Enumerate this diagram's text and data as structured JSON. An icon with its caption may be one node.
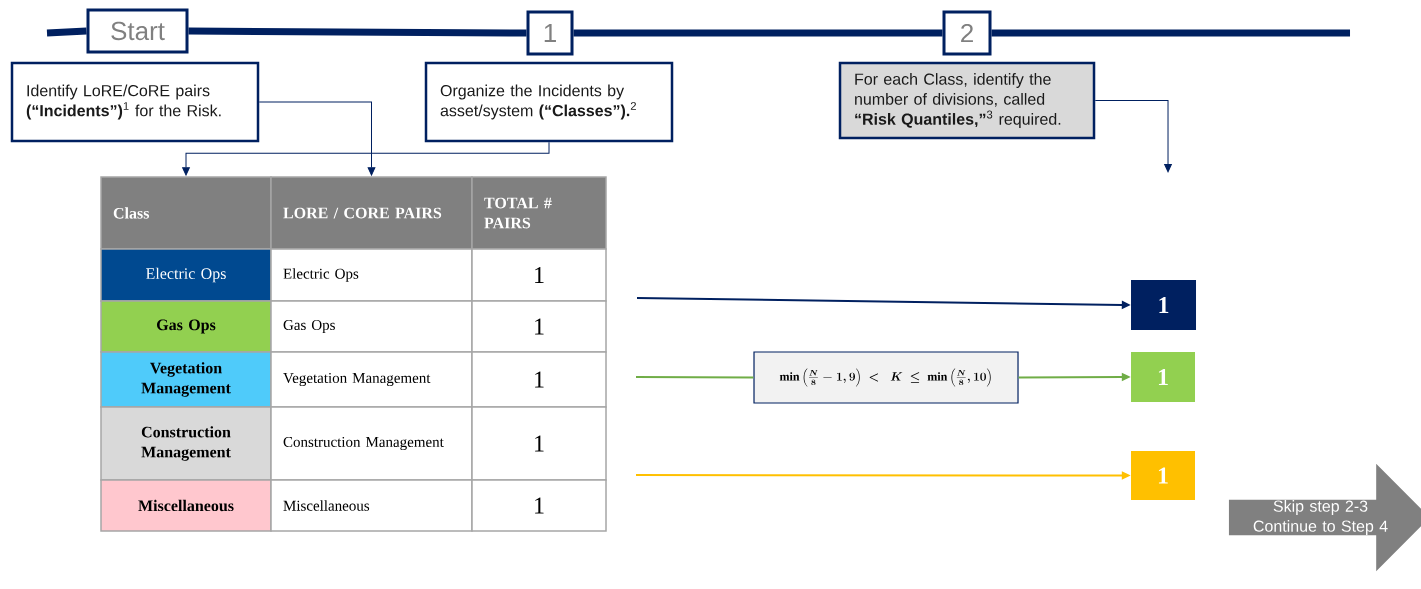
{
  "diagram": {
    "nodes": [
      {
        "text": [
          "Start"
        ]
      },
      {
        "text": [
          "1"
        ]
      },
      {
        "text": [
          "2"
        ]
      },
      {
        "text": [
          "Identify LoRE/CoRE pairs **(“Incidents”)**$^{1}$ for the Risk."
        ]
      },
      {
        "text": [
          "Organize the Incidents by asset/system **(“Classes”).**$^{2}$"
        ]
      },
      {
        "text": [
          "For each Class, identify the number of divisions, called **“Risk Quantiles,”**$^{3}$ required."
        ]
      },
      {
        "text": [
          "Class"
        ]
      },
      {
        "text": [
          "LORE / CORE PAIRS"
        ]
      },
      {
        "text": [
          "TOTAL # PAIRS"
        ]
      },
      {
        "text": [
          "Electric Ops"
        ]
      },
      {
        "text": [
          "Electric Ops"
        ]
      },
      {
        "text": [
          "1"
        ]
      },
      {
        "text": [
          "Gas Ops"
        ]
      },
      {
        "text": [
          "Gas Ops"
        ]
      },
      {
        "text": [
          "1"
        ]
      },
      {
        "text": [
          "Vegetation Management"
        ]
      },
      {
        "text": [
          "Vegetation Management"
        ]
      },
      {
        "text": [
          "1"
        ]
      },
      {
        "text": [
          "Construction Management"
        ]
      },
      {
        "text": [
          "Construction Management"
        ]
      },
      {
        "text": [
          "1"
        ]
      },
      {
        "text": [
          "Miscellaneous"
        ]
      },
      {
        "text": [
          "Miscellaneous"
        ]
      },
      {
        "text": [
          "1"
        ]
      },
      {
        "text": [
          "\\min\\left(\\frac{N}{8}-1,9\\right)<\\ K\\leq\\min\\left(\\frac{N}{8},10\\right)"
        ]
      },
      {
        "text": [
          "1"
        ]
      },
      {
        "text": [
          "1"
        ]
      },
      {
        "text": [
          "1"
        ]
      },
      {
        "text": [
          "Skip step 2-3 Continue to Step 4"
        ]
      }
    ],
    "edges": [
      {
        "from": null,
        "to": 0,
        "arrow": "none",
        "style": "thick"
      },
      {
        "from": 0,
        "to": 1,
        "arrow": "none",
        "style": "thick"
      },
      {
        "from": 1,
        "to": 2,
        "arrow": "none",
        "style": "thick"
      },
      {
        "from": 2,
        "to": null,
        "arrow": "none",
        "style": "thick"
      },
      {
        "from": 3,
        "to": 7,
        "arrow": "to"
      },
      {
        "from": 4,
        "to": 6,
        "arrow": "to"
      },
      {
        "from": 5,
        "to": null,
        "arrow": "to"
      },
      {
        "from": null,
        "to": 25,
        "arrow": "to"
      },
      {
        "from": null,
        "to": 24,
        "arrow": "none",
        "color": "#70ad47"
      },
      {
        "from": 24,
        "to": 26,
        "arrow": "to",
        "color": "#70ad47"
      },
      {
        "from": null,
        "to": 27,
        "arrow": "to",
        "color": "#ffc000"
      }
    ]
  }
}
